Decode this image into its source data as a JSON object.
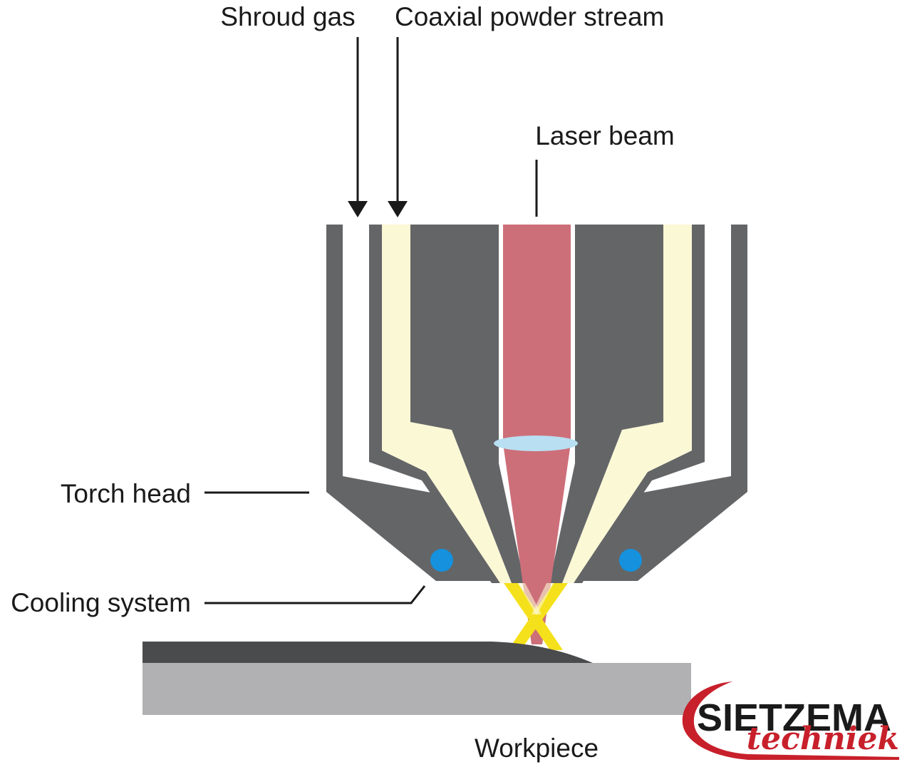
{
  "labels": {
    "shroud_gas": "Shroud gas",
    "coaxial_powder_stream": "Coaxial powder stream",
    "laser_beam": "Laser beam",
    "torch_head": "Torch head",
    "cooling_system": "Cooling system",
    "workpiece": "Workpiece"
  },
  "logo": {
    "main": "SIETZEMA",
    "sub": "techniek"
  },
  "colors": {
    "torch_body": "#646567",
    "powder_channel": "#fbf8d6",
    "laser": "#cd6f79",
    "lens": "#b8dff2",
    "cooling_dot": "#1591de",
    "powder_jet": "#f5e11b",
    "clad_layer": "#4a4b4d",
    "workpiece": "#b1b1b3",
    "logo_accent": "#c8202b"
  }
}
